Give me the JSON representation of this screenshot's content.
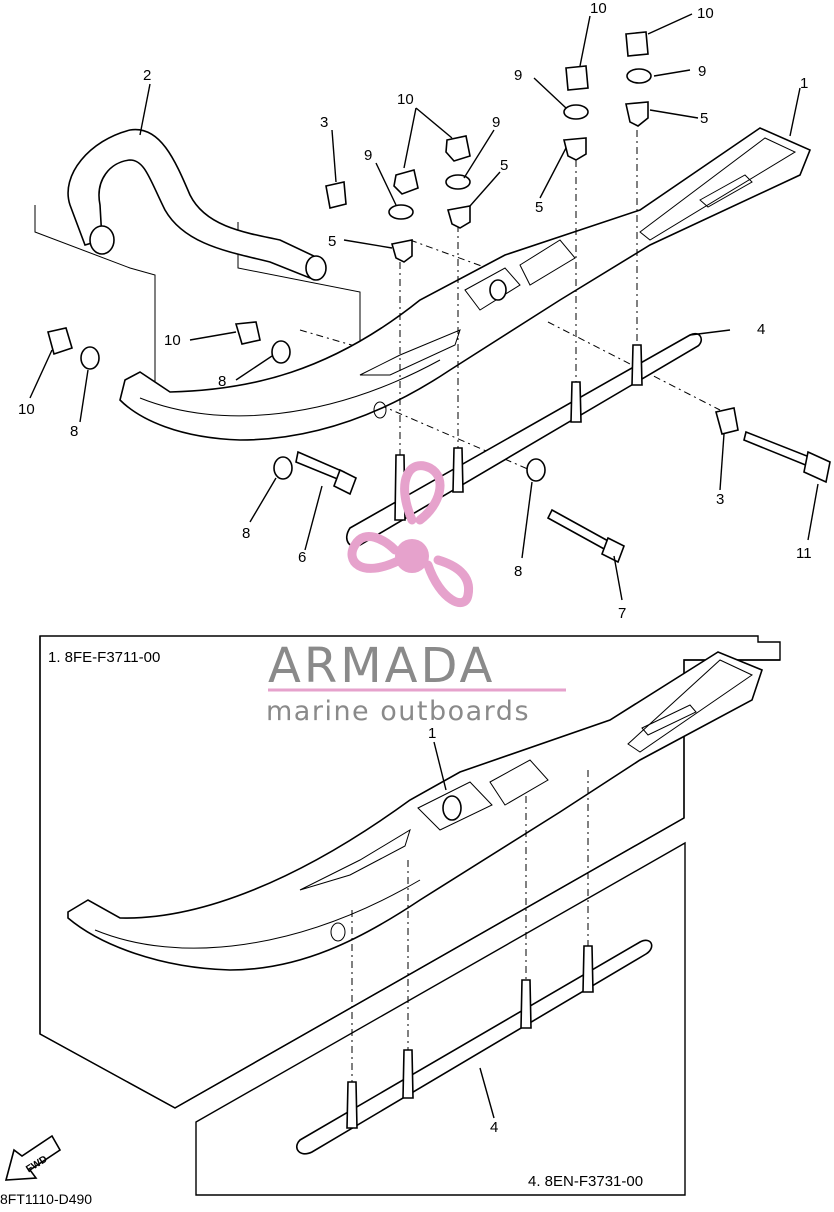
{
  "diagram": {
    "document_code": "8FT1110-D490",
    "fwd_label": "FWD",
    "callouts": {
      "c1": "1",
      "c2": "2",
      "c3a": "3",
      "c3b": "3",
      "c4": "4",
      "c5a": "5",
      "c5b": "5",
      "c5c": "5",
      "c5d": "5",
      "c6": "6",
      "c7": "7",
      "c8a": "8",
      "c8b": "8",
      "c8c": "8",
      "c8d": "8",
      "c9a": "9",
      "c9b": "9",
      "c9c": "9",
      "c9d": "9",
      "c10a": "10",
      "c10b": "10",
      "c10c": "10",
      "c10d": "10",
      "c10e": "10",
      "c11": "11",
      "sub1": "1",
      "sub4": "4"
    },
    "assemblies": {
      "ski_assembly_label": "1. 8FE-F3711-00",
      "runner_assembly_label": "4. 8EN-F3731-00"
    }
  },
  "watermark": {
    "brand": "ARMADA",
    "tagline": "marine outboards",
    "colors": {
      "pink": "#e6a2cc",
      "gray": "#8a8a8a"
    }
  }
}
